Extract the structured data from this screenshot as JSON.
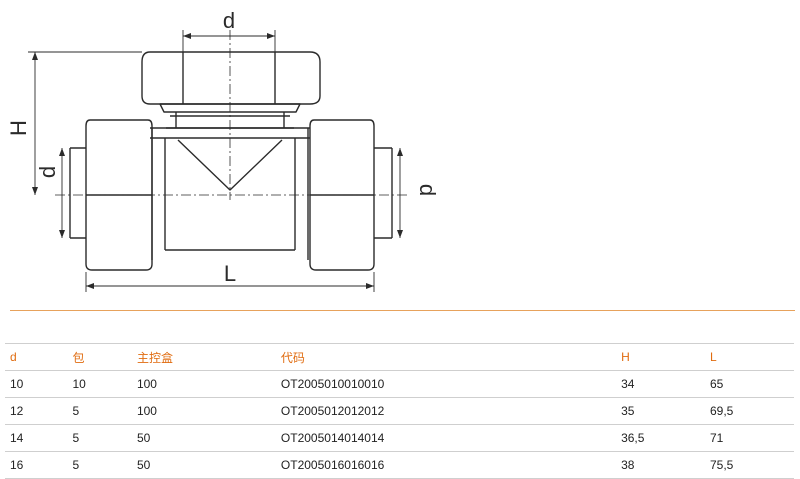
{
  "drawing": {
    "dim_d_top": "d",
    "dim_h": "H",
    "dim_d_left": "d",
    "dim_d_right": "d",
    "dim_l": "L",
    "line_color": "#2b2b2b",
    "accent_color": "#e7a25c"
  },
  "table": {
    "headers": [
      "d",
      "包",
      "主控盒",
      "代码",
      "H",
      "L"
    ],
    "rows": [
      [
        "10",
        "10",
        "100",
        "OT2005010010010",
        "34",
        "65"
      ],
      [
        "12",
        "5",
        "100",
        "OT2005012012012",
        "35",
        "69,5"
      ],
      [
        "14",
        "5",
        "50",
        "OT2005014014014",
        "36,5",
        "71"
      ],
      [
        "16",
        "5",
        "50",
        "OT2005016016016",
        "38",
        "75,5"
      ]
    ]
  }
}
